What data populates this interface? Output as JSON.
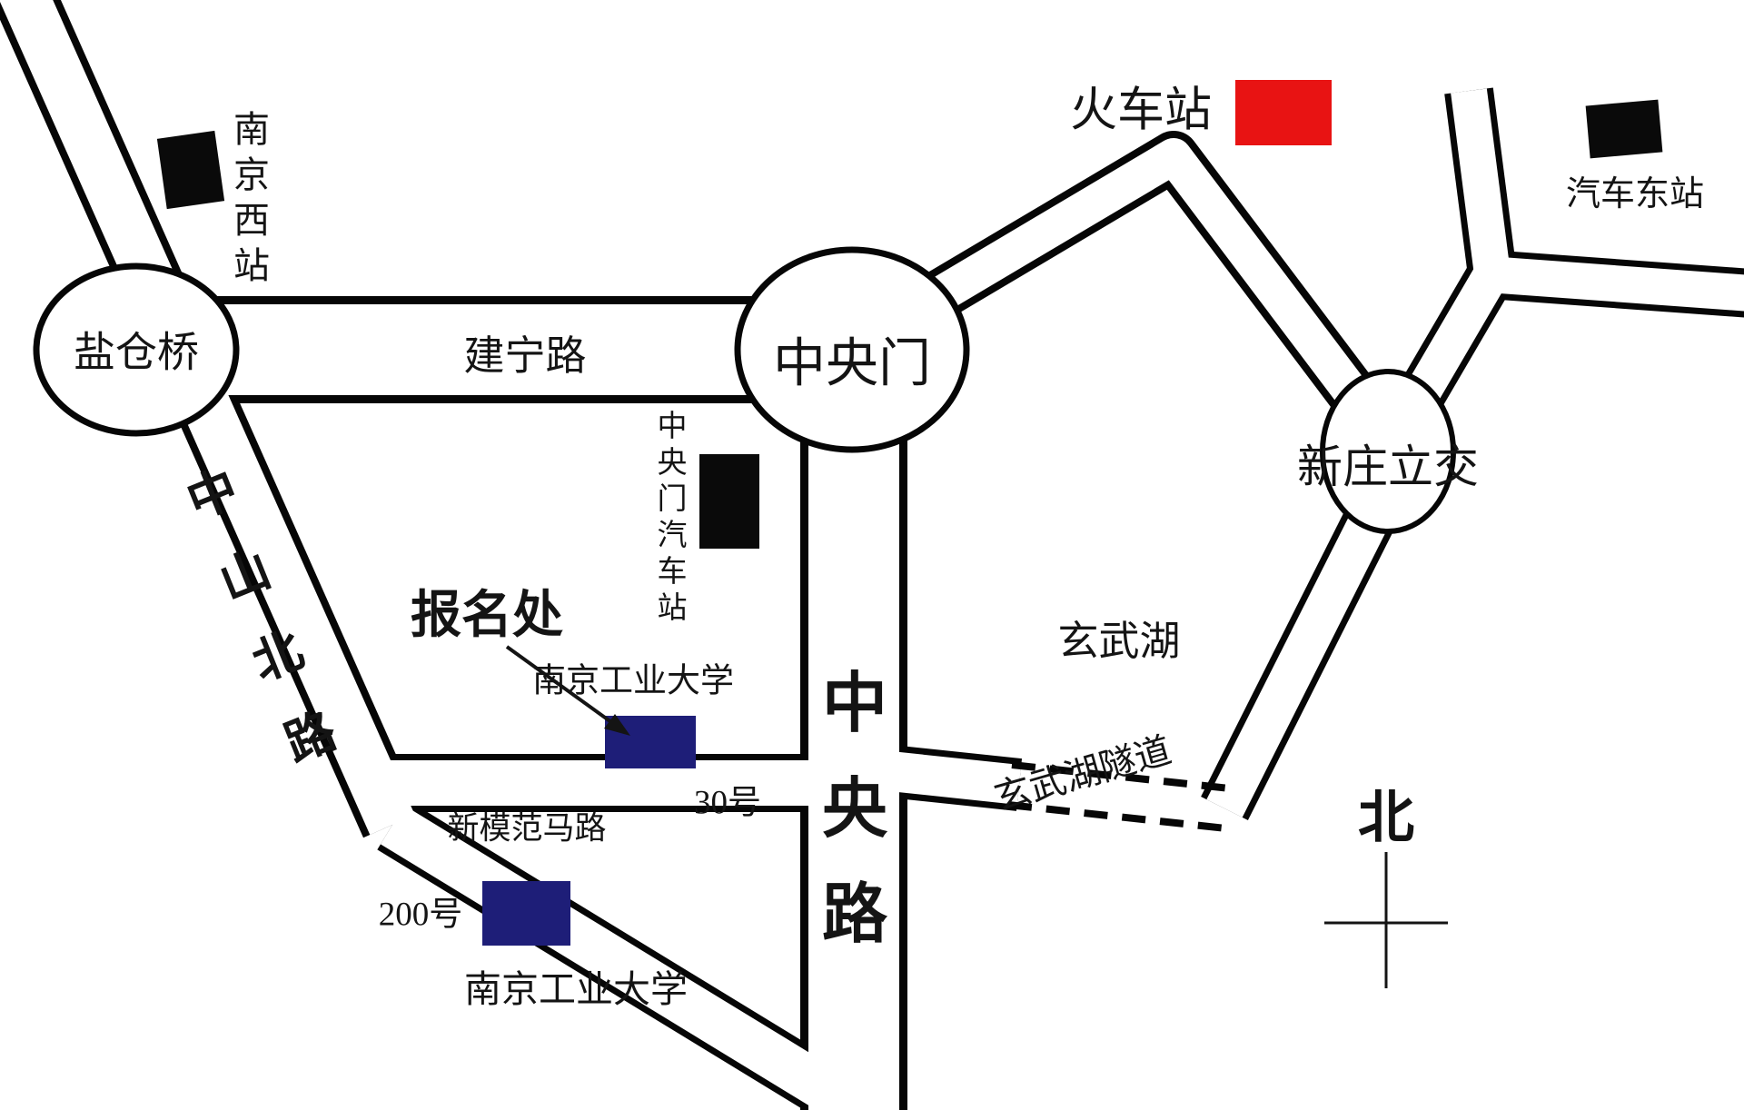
{
  "junctions": {
    "yancangqiao": "盐仓桥",
    "zhongyangmen": "中央门",
    "xinzhuang": "新庄立交"
  },
  "roads": {
    "jianning": "建宁路",
    "zhongshan_north": "中山北路",
    "zhongyang": "中央路",
    "xinmofan": "新模范马路",
    "xuanwu_tunnel": "玄武湖隧道"
  },
  "places": {
    "train_station": "火车站",
    "nanjing_west_station": "南京西站",
    "east_bus_station": "汽车东站",
    "zhongyangmen_bus_station": "中央门汽车站",
    "xuanwu_lake": "玄武湖",
    "university": "南京工业大学",
    "registration_office": "报名处",
    "address_30": "30号",
    "address_200": "200号"
  },
  "compass": {
    "north": "北"
  },
  "colors": {
    "road_outline": "#060606",
    "train_station_fill": "#e81313",
    "building_fill": "#0a0a0a",
    "university_fill": "#1e1e78",
    "university_label": "#2424b4",
    "registration_label": "#8e1c1c"
  }
}
